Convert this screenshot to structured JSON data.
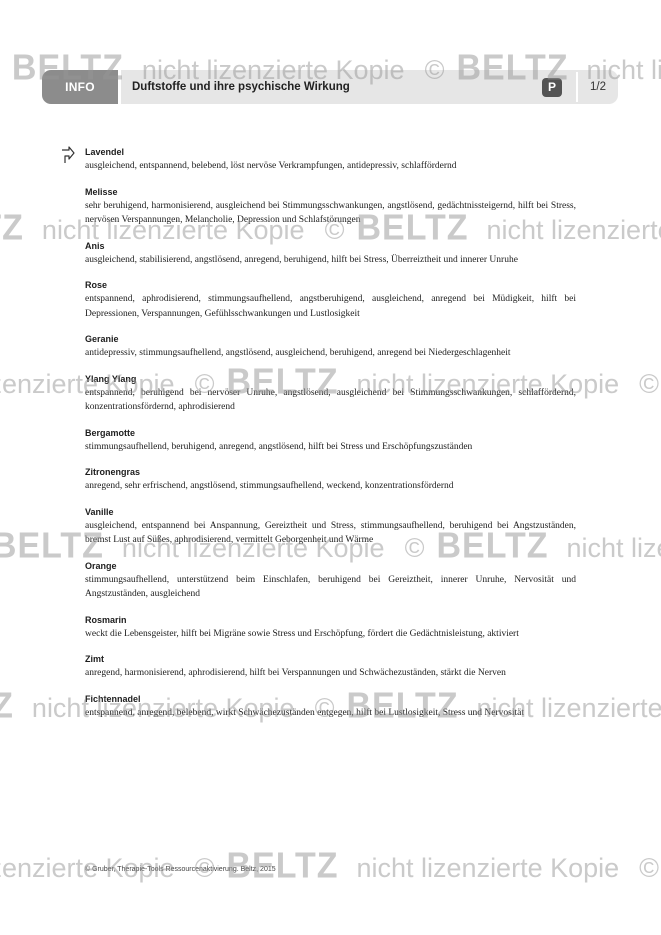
{
  "header": {
    "label": "INFO",
    "title": "Duftstoffe und ihre psychische Wirkung",
    "badge": "P",
    "page": "1/2"
  },
  "entries": [
    {
      "name": "Lavendel",
      "desc": "ausgleichend, entspannend, belebend, löst nervöse Verkrampfungen, antidepressiv, schlaffördernd"
    },
    {
      "name": "Melisse",
      "desc": "sehr beruhigend, harmonisierend, ausgleichend bei Stimmungsschwankungen, angstlösend, gedächtnissteigernd, hilft bei Stress, nervösen Verspannungen, Melancholie, Depression und Schlafstörungen"
    },
    {
      "name": "Anis",
      "desc": "ausgleichend, stabilisierend, angstlösend, anregend, beruhigend, hilft bei Stress, Überreiztheit und innerer Unruhe"
    },
    {
      "name": "Rose",
      "desc": "entspannend, aphrodisierend, stimmungsaufhellend, angstberuhigend, ausgleichend, anregend bei Müdigkeit, hilft bei Depressionen, Verspannungen, Gefühlsschwankungen und Lustlosigkeit"
    },
    {
      "name": "Geranie",
      "desc": "antidepressiv, stimmungsaufhellend, angstlösend, ausgleichend, beruhigend, anregend bei Niedergeschlagenheit"
    },
    {
      "name": "Ylang Ylang",
      "desc": "entspannend, beruhigend bei nervöser Unruhe, angstlösend, ausgleichend bei Stimmungsschwankungen, schlaffördernd, konzentrationsfördernd, aphrodisierend"
    },
    {
      "name": "Bergamotte",
      "desc": "stimmungsaufhellend, beruhigend, anregend, angstlösend, hilft bei Stress und Erschöpfungszuständen"
    },
    {
      "name": "Zitronengras",
      "desc": "anregend, sehr erfrischend, angstlösend, stimmungsaufhellend, weckend, konzentrationsfördernd"
    },
    {
      "name": "Vanille",
      "desc": "ausgleichend, entspannend bei Anspannung, Gereiztheit und Stress, stimmungsaufhellend, beruhigend bei Angstzuständen, bremst Lust auf Süßes, aphrodisierend, vermittelt Geborgenheit und Wärme"
    },
    {
      "name": "Orange",
      "desc": "stimmungsaufhellend, unterstützend beim Einschlafen, beruhigend bei Gereiztheit, innerer Unruhe, Nervosität und Angstzuständen, ausgleichend"
    },
    {
      "name": "Rosmarin",
      "desc": "weckt die Lebensgeister, hilft bei Migräne sowie Stress und Erschöpfung, fördert die Gedächtnisleistung, aktiviert"
    },
    {
      "name": "Zimt",
      "desc": "anregend, harmonisierend, aphrodisierend, hilft bei Verspannungen und Schwächezuständen, stärkt die Nerven"
    },
    {
      "name": "Fichtennadel",
      "desc": "entspannend, anregend, belebend, wirkt Schwächezuständen entgegen, hilft bei Lustlosigkeit, Stress und Nervosität"
    }
  ],
  "footer": "© Gruber, Therapie-Tools Ressourcenaktivierung. Beltz, 2015",
  "watermark": {
    "copyright": "©",
    "logo": "BELTZ",
    "text": "nicht lizenzierte Kopie"
  },
  "colors": {
    "info_bg": "#8c8c8c",
    "header_bg": "#e6e6e6",
    "badge_bg": "#545454"
  }
}
